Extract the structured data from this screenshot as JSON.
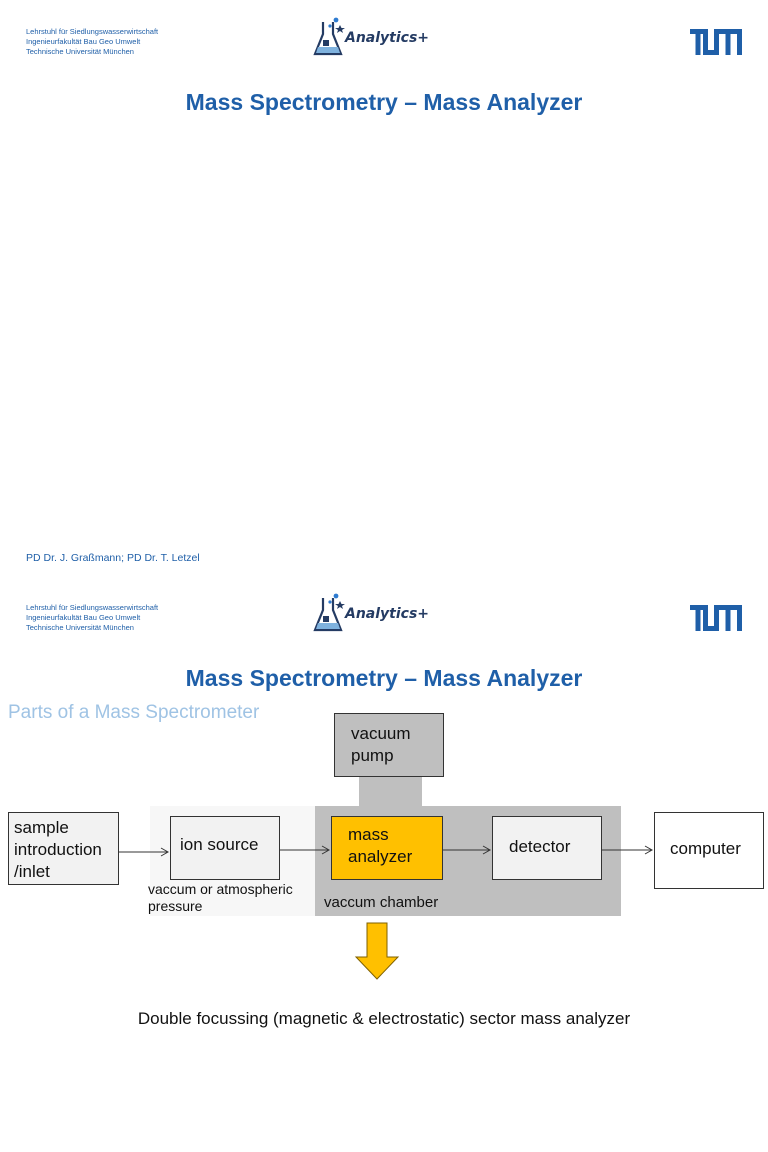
{
  "header": {
    "affiliation_lines": [
      "Lehrstuhl für Siedlungswasserwirtschaft",
      "Ingenieurfakultät Bau Geo Umwelt",
      "Technische Universität München"
    ],
    "logo_text": "Analytics+",
    "logo_icon": "flask-icon",
    "university_logo": "tum-logo"
  },
  "slide1": {
    "title": "Mass Spectrometry – Mass Analyzer",
    "footer": "PD Dr. J. Graßmann; PD Dr. T. Letzel"
  },
  "slide2": {
    "title": "Mass Spectrometry – Mass Analyzer",
    "subtitle": "Parts of a Mass Spectrometer",
    "diagram": {
      "vacuum_pump": [
        "vacuum",
        "pump"
      ],
      "sample_inlet": [
        "sample",
        "introduction",
        "/inlet"
      ],
      "ion_source": "ion source",
      "mass_analyzer": [
        "mass",
        "analyzer"
      ],
      "detector": "detector",
      "computer": "computer",
      "source_note": [
        "vaccum or atmospheric",
        "pressure"
      ],
      "chamber_label": "vaccum chamber",
      "highlight_color": "#ffc000"
    },
    "bottom_text": "Double focussing (magnetic & electrostatic) sector mass analyzer"
  }
}
